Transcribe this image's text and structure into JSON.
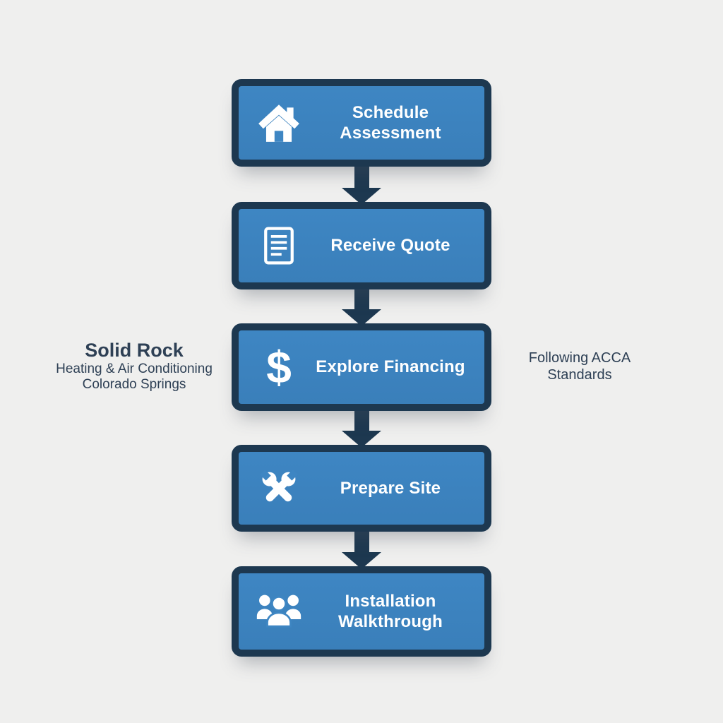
{
  "branding": {
    "name": "Solid Rock",
    "tagline": "Heating & Air Conditioning",
    "location": "Colorado Springs"
  },
  "note": {
    "text": "Following ACCA Standards"
  },
  "flow": {
    "steps": [
      {
        "label": "Schedule Assessment",
        "icon": "home-icon"
      },
      {
        "label": "Receive Quote",
        "icon": "document-icon"
      },
      {
        "label": "Explore Financing",
        "icon": "dollar-icon",
        "icon_glyph": "$"
      },
      {
        "label": "Prepare Site",
        "icon": "tools-icon"
      },
      {
        "label": "Installation Walkthrough",
        "icon": "people-icon"
      }
    ]
  },
  "colors": {
    "background": "#efefee",
    "box_fill": "#3e86c3",
    "box_border": "#1d3850",
    "arrow": "#1d3850",
    "label_text": "#ffffff",
    "side_text": "#2e4055"
  }
}
